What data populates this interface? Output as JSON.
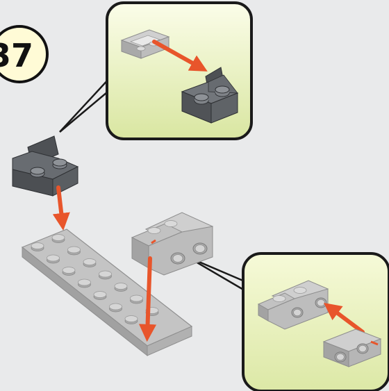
{
  "step": {
    "number": "37"
  },
  "colors": {
    "background": "#e9eaeb",
    "callout_fill_top": "#fbfde8",
    "callout_fill_bottom": "#dde9a9",
    "callout_border": "#1a1a1a",
    "arrow": "#e8552b",
    "light_gray_brick": "#b9b9b9",
    "dark_gray_brick": "#5c5f63"
  },
  "icons": {
    "step_badge": "step-number-badge",
    "arrow": "orange-arrow"
  }
}
